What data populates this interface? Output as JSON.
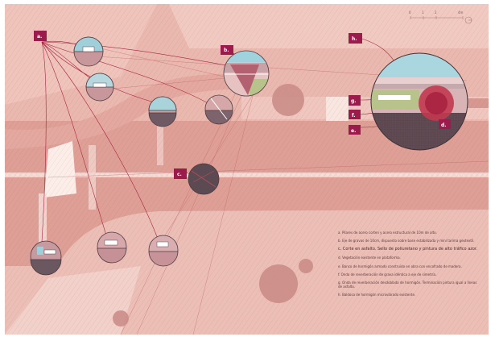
{
  "colors": {
    "page_bg": "#ffffff",
    "plan_fill": "#e7b1a8",
    "plan_light": "#f1ccc4",
    "road": "#d99c93",
    "road_dark": "#cf8f88",
    "median": "#f3d6d0",
    "tag_fill": "#9c1b4d",
    "leader": "#a8243f",
    "tree": "#c88a84",
    "detail_blue": "#9fd2dd",
    "detail_dark": "#5a4650",
    "detail_green": "#b7c38a"
  },
  "scale": {
    "ticks": [
      "0",
      "1",
      "2",
      "4m"
    ]
  },
  "tags": {
    "a": "a.",
    "b": "b.",
    "c": "c.",
    "d": "d.",
    "e": "e.",
    "f": "f.",
    "g": "g.",
    "h": "h."
  },
  "legend": [
    {
      "text": "a. Pilares de acero corten y acero estructural de 10m de alto.",
      "highlight": false
    },
    {
      "text": "b. Eje de gravas de 10cm, dispuesto sobre base estabilizada y mini tarima geotextil.",
      "highlight": false
    },
    {
      "text": "c. Corte en asfalto. Sello de poliuretano y pintura de alto tráfico azor.",
      "highlight": true
    },
    {
      "text": "d. Vegetación existente en plataforma.",
      "highlight": false
    },
    {
      "text": "e. Banco de hormigón armado construido en obra con encofrado de madera.",
      "highlight": false
    },
    {
      "text": "f. Onda de reverberación de grava idéntica a eje de simetría.",
      "highlight": false
    },
    {
      "text": "g. Onda de reverberación desdoblada de hormigón. Terminación pintura igual a líneas de asfalto.",
      "highlight": false
    },
    {
      "text": "h. Baldosa de hormigón microvibrado existente.",
      "highlight": false
    }
  ]
}
